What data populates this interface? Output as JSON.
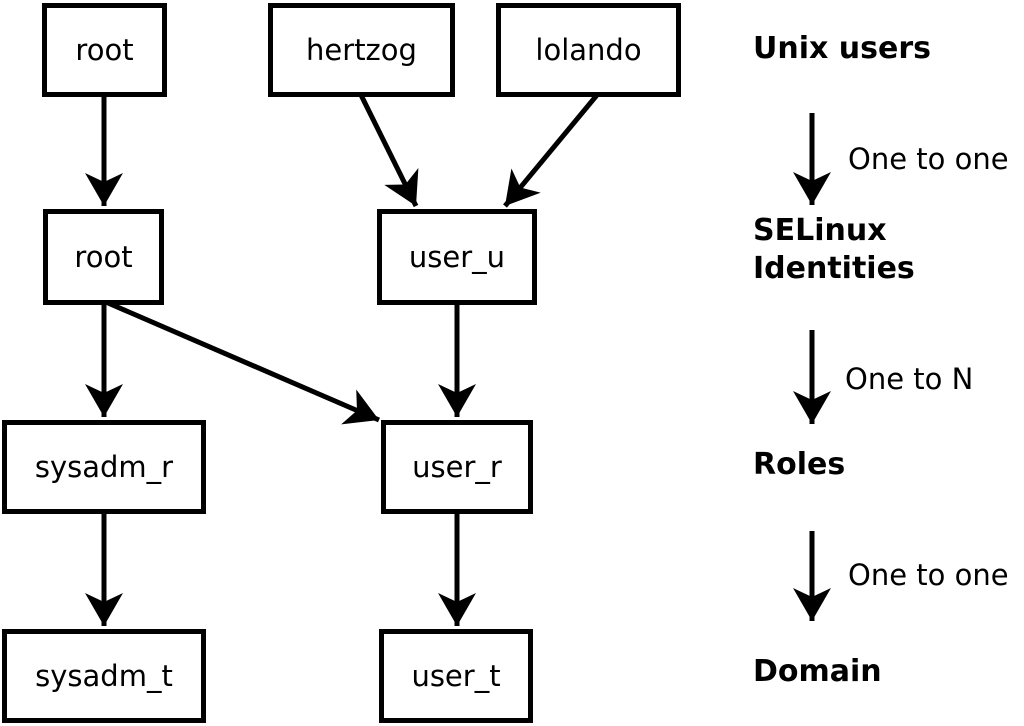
{
  "colors": {
    "foreground": "#000000",
    "background": "#ffffff"
  },
  "nodes": {
    "unix_root": {
      "label": "root"
    },
    "unix_hertzog": {
      "label": "hertzog"
    },
    "unix_lolando": {
      "label": "lolando"
    },
    "selinux_root": {
      "label": "root"
    },
    "selinux_user_u": {
      "label": "user_u"
    },
    "role_sysadm_r": {
      "label": "sysadm_r"
    },
    "role_user_r": {
      "label": "user_r"
    },
    "domain_sysadm_t": {
      "label": "sysadm_t"
    },
    "domain_user_t": {
      "label": "user_t"
    }
  },
  "edges": [
    {
      "from": "unix_root",
      "to": "selinux_root"
    },
    {
      "from": "unix_hertzog",
      "to": "selinux_user_u"
    },
    {
      "from": "unix_lolando",
      "to": "selinux_user_u"
    },
    {
      "from": "selinux_root",
      "to": "role_sysadm_r"
    },
    {
      "from": "selinux_root",
      "to": "role_user_r"
    },
    {
      "from": "selinux_user_u",
      "to": "role_user_r"
    },
    {
      "from": "role_sysadm_r",
      "to": "domain_sysadm_t"
    },
    {
      "from": "role_user_r",
      "to": "domain_user_t"
    }
  ],
  "legend": {
    "level_unix_users": "Unix users",
    "mapping_unix_to_selinux": "One to one",
    "level_selinux_identities": "SELinux Identities",
    "mapping_selinux_to_roles": "One to N",
    "level_roles": "Roles",
    "mapping_roles_to_domain": "One to one",
    "level_domain": "Domain"
  }
}
